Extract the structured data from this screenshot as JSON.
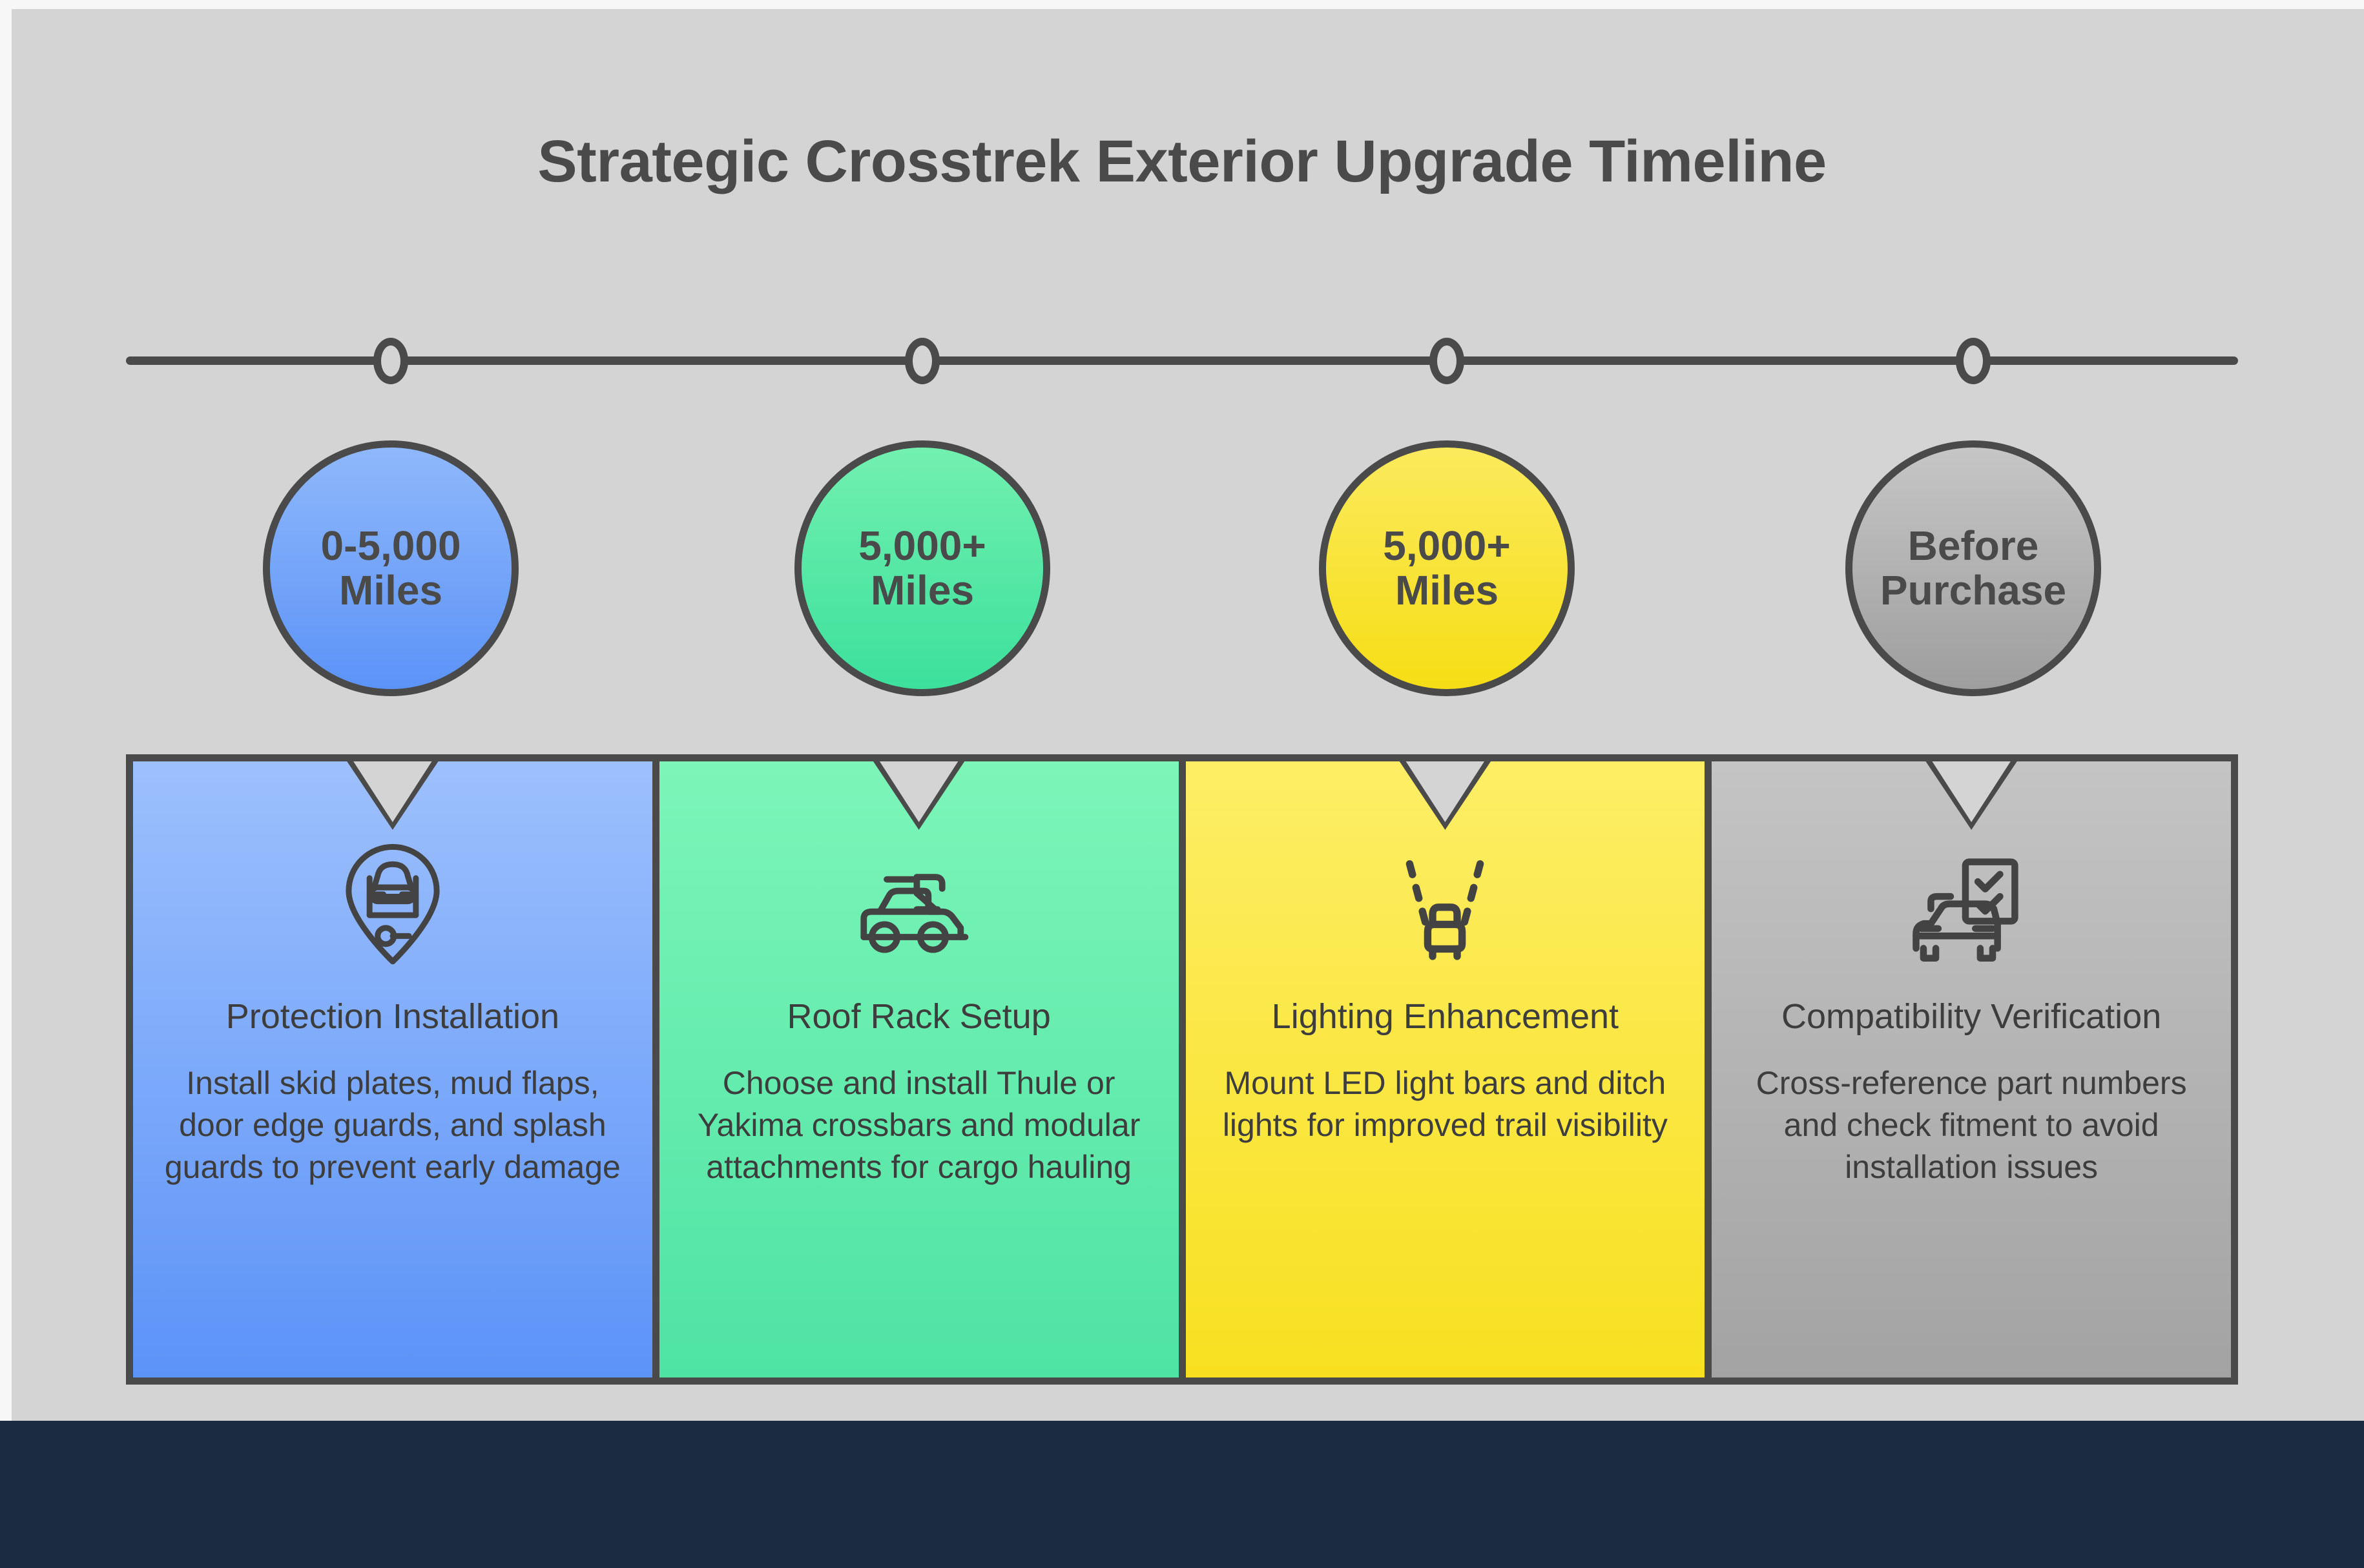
{
  "page": {
    "title": "Strategic Crosstrek Exterior Upgrade Timeline",
    "background_color": "#d4d4d4",
    "footer_color": "#1b2c42",
    "line_color": "#4a4a4a",
    "text_color": "#3d3d3d"
  },
  "timeline": {
    "nodes": [
      {
        "name": "node-1"
      },
      {
        "name": "node-2"
      },
      {
        "name": "node-3"
      },
      {
        "name": "node-4"
      }
    ]
  },
  "milestones": [
    {
      "badge": "0-5,000\nMiles",
      "badge_line1": "0-5,000",
      "badge_line2": "Miles",
      "color_top": "#8fb8fb",
      "color_bottom": "#5c93f7",
      "card_top": "#9dc0fd",
      "card_bottom": "#5c93f7",
      "icon": "car-lift-pin-icon",
      "title": "Protection Installation",
      "description": "Install skid plates, mud flaps, door edge guards, and splash guards to prevent early damage"
    },
    {
      "badge": "5,000+\nMiles",
      "badge_line1": "5,000+",
      "badge_line2": "Miles",
      "color_top": "#72f0b0",
      "color_bottom": "#3ce09c",
      "card_top": "#7df5b9",
      "card_bottom": "#4ee3a4",
      "icon": "car-roof-rack-icon",
      "title": "Roof Rack Setup",
      "description": "Choose and install Thule or Yakima crossbars and modular attachments for cargo hauling"
    },
    {
      "badge": "5,000+\nMiles",
      "badge_line1": "5,000+",
      "badge_line2": "Miles",
      "color_top": "#fbea5d",
      "color_bottom": "#f6de15",
      "card_top": "#fdee66",
      "card_bottom": "#f8e020",
      "icon": "car-headlight-beams-icon",
      "title": "Lighting Enhancement",
      "description": "Mount LED light bars and ditch lights for improved trail visibility"
    },
    {
      "badge": "Before\nPurchase",
      "badge_line1": "Before",
      "badge_line2": "Purchase",
      "color_top": "#c6c6c6",
      "color_bottom": "#9e9e9e",
      "card_top": "#c4c4c4",
      "card_bottom": "#a3a3a3",
      "icon": "car-checklist-icon",
      "title": "Compatibility Verification",
      "description": "Cross-reference part numbers and check fitment to avoid installation issues"
    }
  ]
}
